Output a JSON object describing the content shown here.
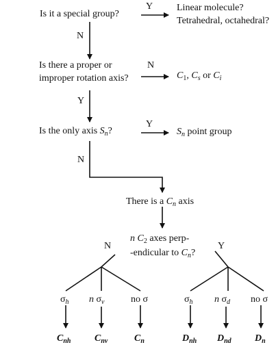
{
  "nodes": {
    "special_group_q": "Is it a special group?",
    "special_yes_line1": "Linear molecule?",
    "special_yes_line2": "Tetrahedral, octahedral?",
    "rotation_q_line1": "Is there a proper or",
    "rotation_q_line2": "improper rotation axis?",
    "rotation_no_result_sep1": ", ",
    "rotation_no_result_sep2": " or ",
    "only_axis_q_prefix": "Is the only axis ",
    "only_axis_q_suffix": "?",
    "only_axis_result_suffix": " point group",
    "cn_axis_prefix": "There is a ",
    "cn_axis_suffix": " axis",
    "c2_q_line1_suffix": " axes perp-",
    "c2_q_line2_prefix": "-endicular to ",
    "c2_q_line2_suffix": "?"
  },
  "symbols": {
    "C": "C",
    "S": "S",
    "D": "D",
    "n": "n",
    "sub_1": "1",
    "sub_s": "s",
    "sub_i": "i",
    "sub_2": "2",
    "sigma": "σ",
    "sub_h": "h",
    "sub_v": "v",
    "sub_d": "d",
    "no": "no",
    "sub_nh": "nh",
    "sub_nv": "nv",
    "sub_nd": "nd"
  },
  "edges": {
    "yes": "Y",
    "no": "N"
  },
  "leaves": {
    "left_branch": [
      "σh",
      "n σv",
      "no σ"
    ],
    "left_results": [
      "Cnh",
      "Cnv",
      "Cn"
    ],
    "right_branch": [
      "σh",
      "n σd",
      "no σ"
    ],
    "right_results": [
      "Dnh",
      "Dnd",
      "Dn"
    ]
  }
}
